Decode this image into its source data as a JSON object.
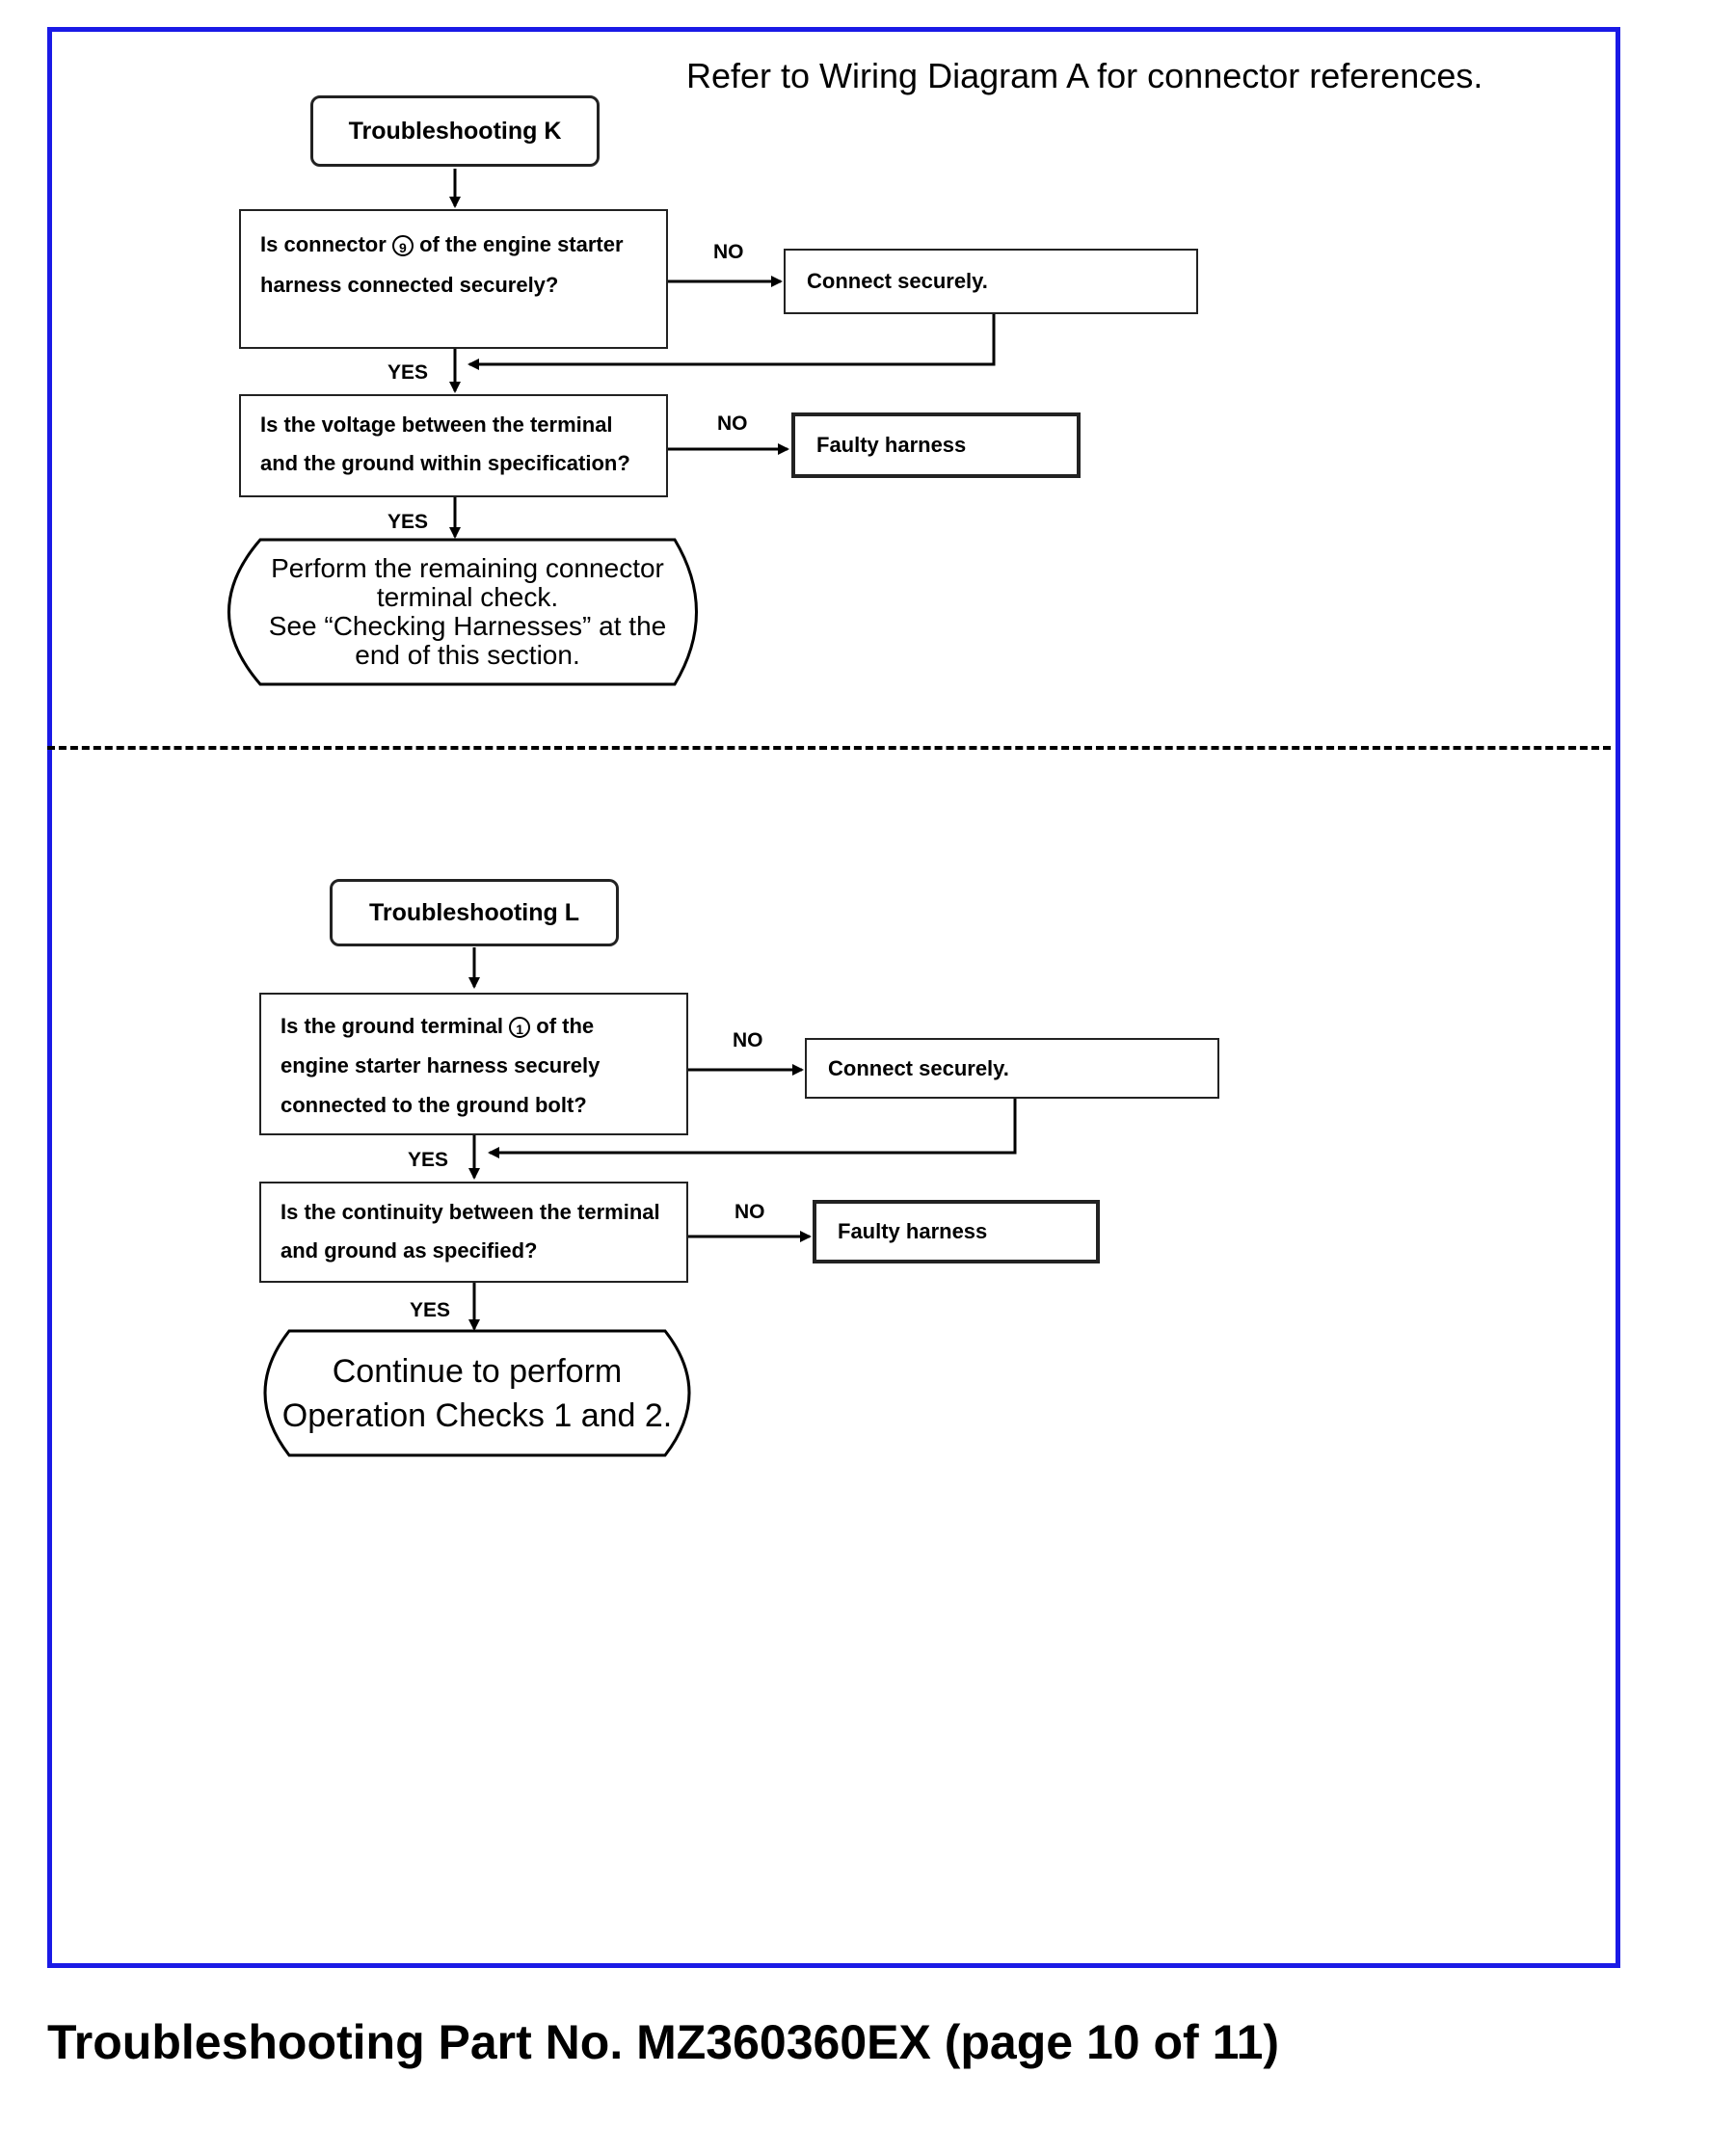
{
  "header_note": "Refer to Wiring Diagram A for connector references.",
  "flow_k": {
    "start": "Troubleshooting K",
    "q1": {
      "before": "Is connector",
      "ref": "9",
      "after": "of the engine starter harness connected securely?"
    },
    "q1_no_label": "NO",
    "q1_no_action": "Connect securely.",
    "q1_yes_label": "YES",
    "q2": "Is the voltage between the terminal and the ground within specification?",
    "q2_no_label": "NO",
    "q2_no_action": "Faulty harness",
    "q2_yes_label": "YES",
    "end_lines": [
      "Perform the remaining connector",
      "terminal check.",
      "See “Checking Harnesses” at the",
      "end of this section."
    ]
  },
  "flow_l": {
    "start": "Troubleshooting L",
    "q1": {
      "before": "Is the ground terminal",
      "ref": "1",
      "after": "of the engine starter harness securely connected to the ground bolt?"
    },
    "q1_no_label": "NO",
    "q1_no_action": "Connect securely.",
    "q1_yes_label": "YES",
    "q2": "Is the continuity between the terminal and ground as specified?",
    "q2_no_label": "NO",
    "q2_no_action": "Faulty harness",
    "q2_yes_label": "YES",
    "end_lines": [
      "Continue to perform",
      "Operation Checks 1 and 2."
    ]
  },
  "footer": "Troubleshooting Part No. MZ360360EX (page 10 of 11)"
}
